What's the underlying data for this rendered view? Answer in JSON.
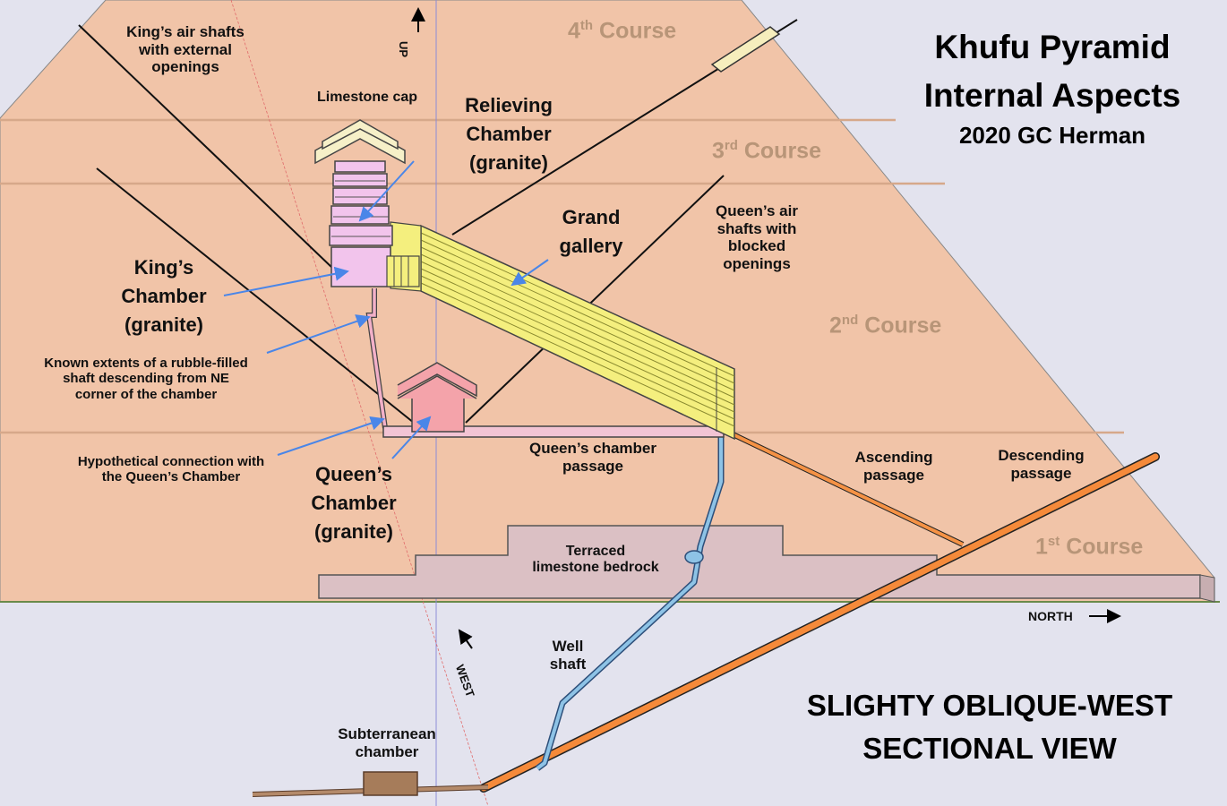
{
  "title": {
    "line1": "Khufu Pyramid",
    "line2": "Internal Aspects",
    "credit": "2020 GC Herman"
  },
  "view_title": {
    "line1": "SLIGHTY OBLIQUE-WEST",
    "line2": "SECTIONAL VIEW"
  },
  "courses": {
    "c1": {
      "num": "1",
      "sup": "st",
      "word": "Course"
    },
    "c2": {
      "num": "2",
      "sup": "nd",
      "word": "Course"
    },
    "c3": {
      "num": "3",
      "sup": "rd",
      "word": "Course"
    },
    "c4": {
      "num": "4",
      "sup": "th",
      "word": "Course"
    }
  },
  "labels": {
    "kings_air_shafts": "King’s air shafts\nwith external\nopenings",
    "limestone_cap": "Limestone cap",
    "relieving_chamber": "Relieving\nChamber\n(granite)",
    "grand_gallery": "Grand\ngallery",
    "queens_air_shafts": "Queen’s air\nshafts with\nblocked\nopenings",
    "kings_chamber": "King’s\nChamber\n(granite)",
    "rubble_shaft": "Known extents of a rubble-filled\nshaft descending from NE\ncorner of the chamber",
    "hypothetical": "Hypothetical connection with\nthe Queen’s Chamber",
    "queens_chamber": "Queen’s\nChamber\n(granite)",
    "queens_passage": "Queen’s chamber\npassage",
    "ascending": "Ascending\npassage",
    "descending": "Descending\npassage",
    "bedrock": "Terraced\nlimestone bedrock",
    "well_shaft": "Well\nshaft",
    "subterranean": "Subterranean\nchamber"
  },
  "directions": {
    "up": "UP",
    "north": "NORTH",
    "west": "WEST"
  },
  "colors": {
    "pyramid": "#f1c4a8",
    "background": "#e3e3ee",
    "course_line": "#d6a88a",
    "gallery": "#f4ef7e",
    "kings_chamber": "#f2c4ec",
    "queens_chamber": "#f4a3aa",
    "passage": "#f59245",
    "well_shaft": "#8ec3e6",
    "bedrock": "#dbc0c4",
    "pointer": "#4a86e8"
  }
}
